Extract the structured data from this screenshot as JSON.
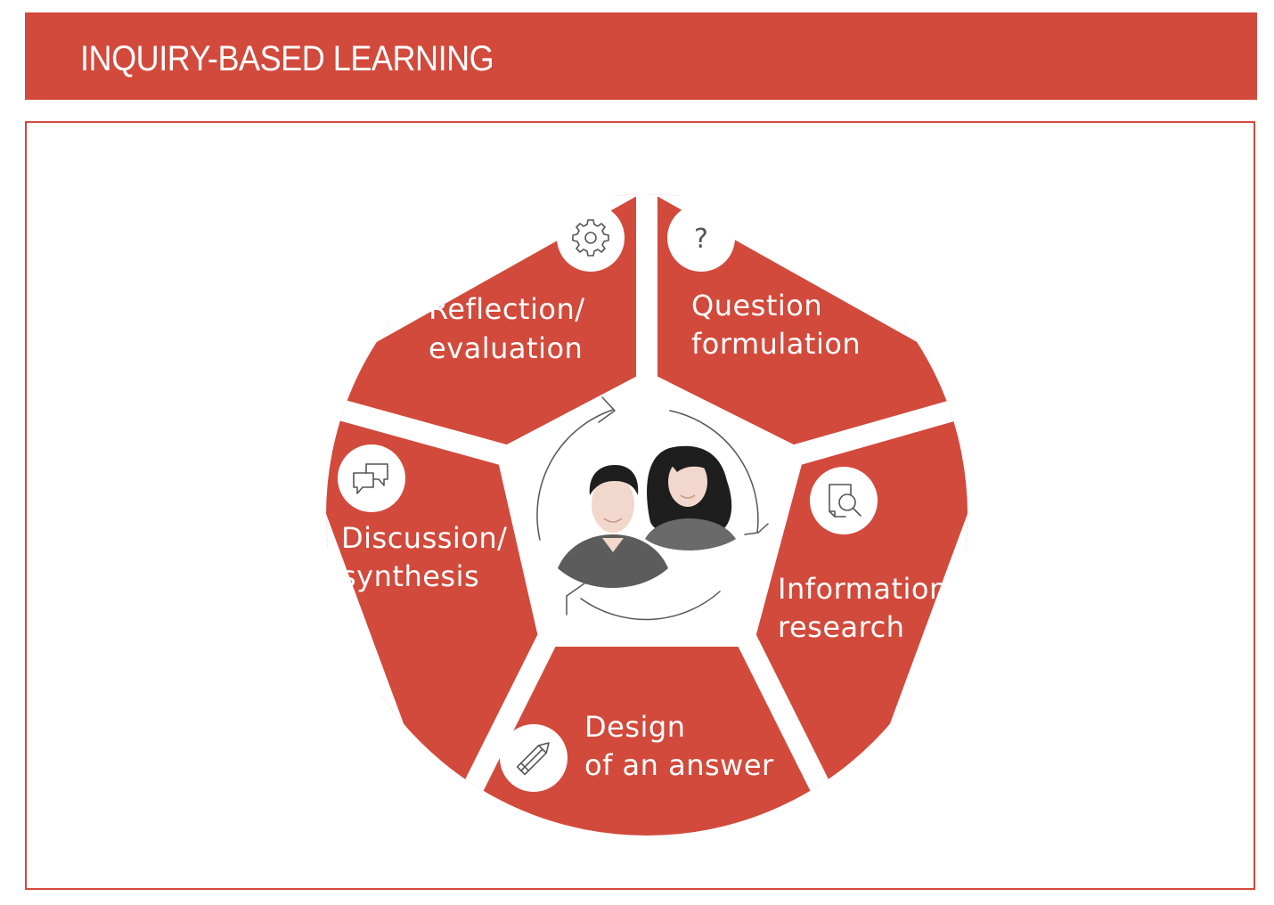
{
  "header": {
    "title": "INQUIRY-BASED LEARNING"
  },
  "cycle": {
    "steps": [
      {
        "icon": "gear-icon",
        "line1": "Reflection/",
        "line2": "evaluation"
      },
      {
        "icon": "question-icon",
        "line1": "Question",
        "line2": "formulation",
        "icon_text": "?"
      },
      {
        "icon": "document-search-icon",
        "line1": "Information",
        "line2": "research"
      },
      {
        "icon": "pencil-icon",
        "line1": "Design",
        "line2": "of an answer"
      },
      {
        "icon": "chat-bubbles-icon",
        "line1": "Discussion/",
        "line2": "synthesis"
      }
    ],
    "center": "people-icon"
  },
  "colors": {
    "accent": "#d24a3c",
    "icon_stroke": "#555555",
    "background": "#ffffff"
  }
}
